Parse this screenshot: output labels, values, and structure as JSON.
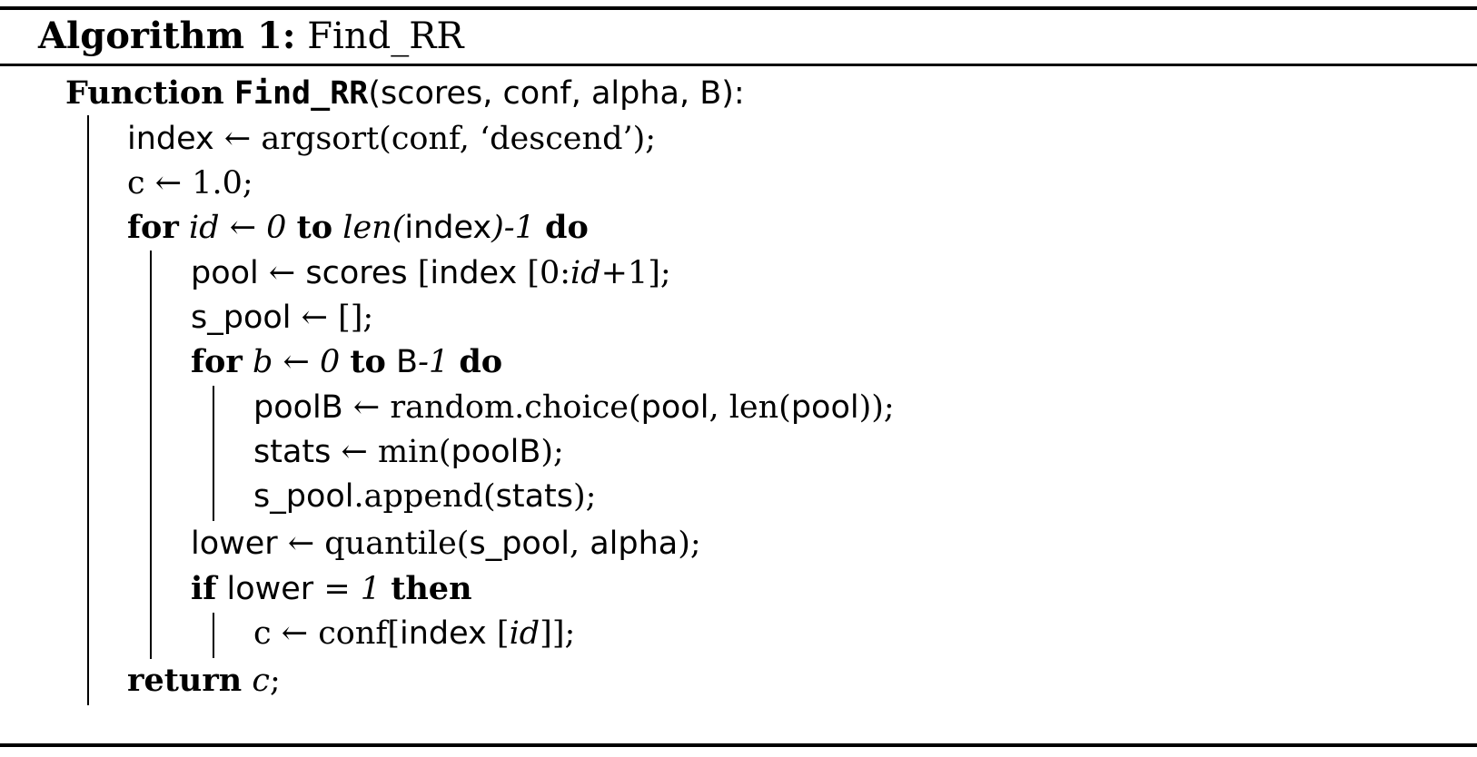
{
  "algorithm": {
    "label": "Algorithm 1:",
    "name": "Find_RR"
  },
  "function_line": {
    "keyword": "Function",
    "name": "Find_RR",
    "params": "(scores, conf, alpha, B):"
  },
  "body": {
    "l1": {
      "var": "index",
      "arrow": " ← ",
      "expr": "argsort(conf, ‘descend’);"
    },
    "l2": {
      "var": "c",
      "arrow": " ← ",
      "expr": "1.0;"
    },
    "l3": {
      "kw_for": "for",
      "iter": "id",
      "arrow": " ← ",
      "start": "0",
      "kw_to": "to",
      "len_open": "len(",
      "len_arg": "index",
      "len_close": ")-1",
      "kw_do": "do"
    },
    "l4": {
      "var": "pool",
      "arrow": " ← ",
      "src": "scores",
      "expr_a": " [",
      "idx": "index",
      "expr_b": " [0:",
      "iter": "id",
      "expr_c": "+1];"
    },
    "l5": {
      "var": "s_pool",
      "arrow": " ← ",
      "expr": "[];"
    },
    "l6": {
      "kw_for": "for",
      "iter": "b",
      "arrow": " ← ",
      "start": "0",
      "kw_to": "to",
      "end_var": "B",
      "end_suffix": "-1",
      "kw_do": "do"
    },
    "l7": {
      "var": "poolB",
      "arrow": " ← ",
      "fn": "random.choice(",
      "a1": "pool",
      "mid": ", len(",
      "a2": "pool",
      "close": "));"
    },
    "l8": {
      "var": "stats",
      "arrow": " ← ",
      "fn": "min(",
      "a1": "poolB",
      "close": ");"
    },
    "l9": {
      "a1": "s_pool",
      "fn": ".append(",
      "a2": "stats",
      "close": ");"
    },
    "l10": {
      "var": "lower",
      "arrow": " ← ",
      "fn": "quantile(",
      "a1": "s_pool",
      "mid": ", ",
      "a2": "alpha",
      "close": ");"
    },
    "l11": {
      "kw_if": "if",
      "var": "lower",
      "op": " = ",
      "val": "1",
      "kw_then": "then"
    },
    "l12": {
      "var": "c",
      "arrow": " ← ",
      "fn": "conf[",
      "idx": "index",
      "mid": " [",
      "iter": "id",
      "close": "]];"
    },
    "l13": {
      "kw_return": "return",
      "val": "c",
      "semi": ";"
    }
  }
}
